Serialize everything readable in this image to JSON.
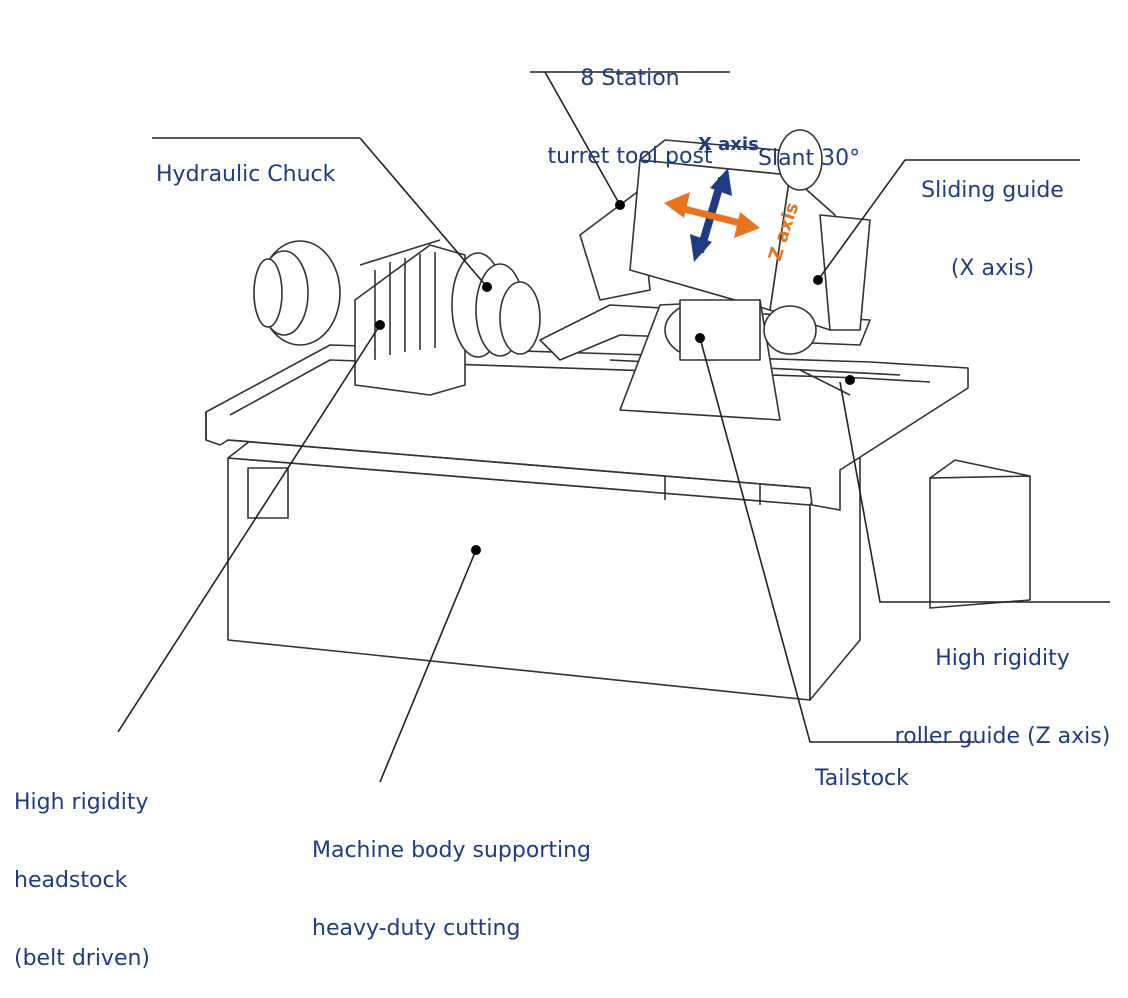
{
  "labels": {
    "turret": [
      "8 Station",
      "turret tool post"
    ],
    "slant": "Slant 30°",
    "chuck": "Hydraulic Chuck",
    "sliding_guide": [
      "Sliding guide",
      "(X axis)"
    ],
    "roller_guide": [
      "High rigidity",
      "roller guide (Z axis)"
    ],
    "tailstock": "Tailstock",
    "headstock": [
      "High rigidity",
      "headstock",
      "(belt driven)"
    ],
    "body": [
      "Machine body supporting",
      "heavy-duty cutting"
    ]
  },
  "axes": {
    "x": "X axis",
    "z": "Z axis"
  },
  "colors": {
    "label": "#1f3b86",
    "arrow_x": "#1f3b86",
    "arrow_z": "#e8731e",
    "line": "#222222"
  }
}
